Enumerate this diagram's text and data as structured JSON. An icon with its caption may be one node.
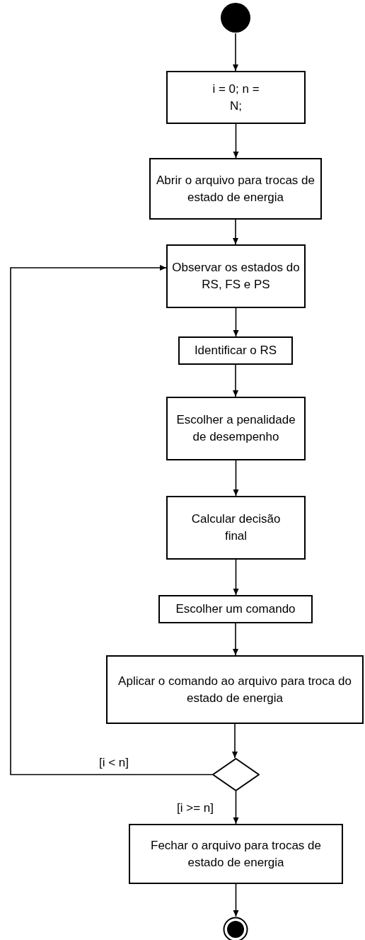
{
  "diagram": {
    "nodes": [
      {
        "text": [],
        "shape": "circle"
      },
      {
        "text": [
          "i = 0; n = N;"
        ]
      },
      {
        "text": [
          "Abrir o arquivo para trocas de estado de energia"
        ]
      },
      {
        "text": [
          "Observar os estados do RS, FS e PS"
        ]
      },
      {
        "text": [
          "Identificar o RS"
        ]
      },
      {
        "text": [
          "Escolher a penalidade de desempenho"
        ]
      },
      {
        "text": [
          "Calcular decisão final"
        ]
      },
      {
        "text": [
          "Escolher um comando"
        ]
      },
      {
        "text": [
          "Aplicar o comando ao arquivo para troca do estado de energia"
        ]
      },
      {
        "text": [],
        "shape": "diamond"
      },
      {
        "text": [
          "Fechar o arquivo para trocas de estado de energia"
        ]
      },
      {
        "text": [],
        "shape": "bullseye"
      }
    ],
    "edges": [
      {
        "from": 0,
        "to": 1,
        "arrow": "to"
      },
      {
        "from": 1,
        "to": 2,
        "arrow": "to"
      },
      {
        "from": 2,
        "to": 3,
        "arrow": "to"
      },
      {
        "from": 3,
        "to": 4,
        "arrow": "to"
      },
      {
        "from": 4,
        "to": 5,
        "arrow": "to"
      },
      {
        "from": 5,
        "to": 6,
        "arrow": "to"
      },
      {
        "from": 6,
        "to": 7,
        "arrow": "to"
      },
      {
        "from": 7,
        "to": 8,
        "arrow": "to"
      },
      {
        "from": 8,
        "to": 9,
        "arrow": "to"
      },
      {
        "from": 9,
        "to": 3,
        "arrow": "to",
        "label": "[i < n]"
      },
      {
        "from": 9,
        "to": 10,
        "arrow": "to",
        "label": "[i >= n]"
      },
      {
        "from": 10,
        "to": 11,
        "arrow": "to"
      }
    ]
  }
}
